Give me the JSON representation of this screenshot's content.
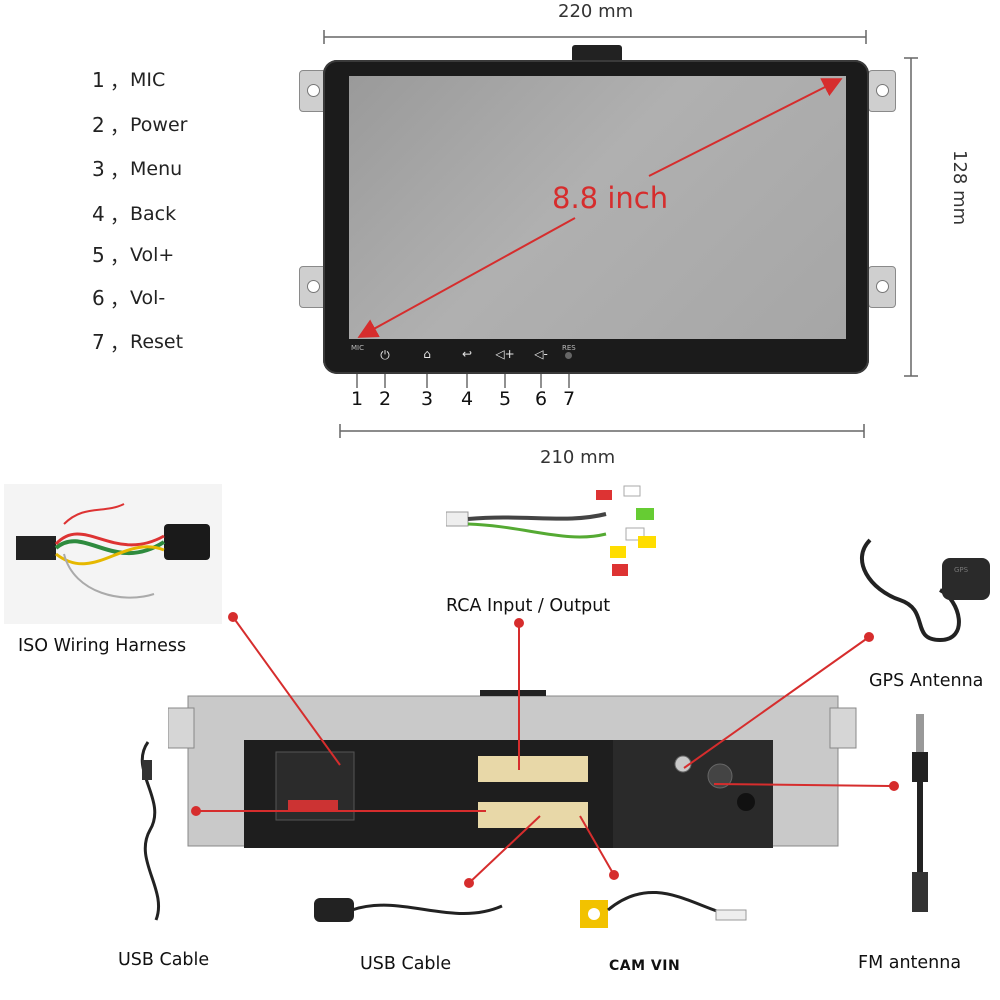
{
  "keys": [
    {
      "num": "1",
      "sep": "，",
      "label": "MIC"
    },
    {
      "num": "2",
      "sep": "，",
      "label": "Power"
    },
    {
      "num": "3",
      "sep": "，",
      "label": "Menu"
    },
    {
      "num": "4",
      "sep": "，",
      "label": "Back"
    },
    {
      "num": "5",
      "sep": "，",
      "label": "Vol+"
    },
    {
      "num": "6",
      "sep": "，",
      "label": "Vol-"
    },
    {
      "num": "7",
      "sep": "，",
      "label": "Reset"
    }
  ],
  "dimensions": {
    "top_width": "220 mm",
    "height": "128 mm",
    "bottom_width": "210 mm",
    "diagonal": "8.8 inch"
  },
  "panel": {
    "mic_text": "MIC",
    "res_text": "RES",
    "button_numbers": [
      "1",
      "2",
      "3",
      "4",
      "5",
      "6",
      "7"
    ],
    "button_icons": [
      "mic-icon",
      "power-icon",
      "home-icon",
      "back-icon",
      "volume-up-icon",
      "volume-down-icon",
      "reset-icon"
    ]
  },
  "accessories": {
    "iso": "ISO Wiring Harness",
    "rca": "RCA Input / Output",
    "gps": "GPS Antenna",
    "usb_left": "USB Cable",
    "usb_center": "USB Cable",
    "cam": "CAM VIN",
    "fm": "FM antenna"
  },
  "colors": {
    "accent_red": "#d62d2d",
    "bezel": "#1b1b1b",
    "screen": "#a6a6a6"
  }
}
